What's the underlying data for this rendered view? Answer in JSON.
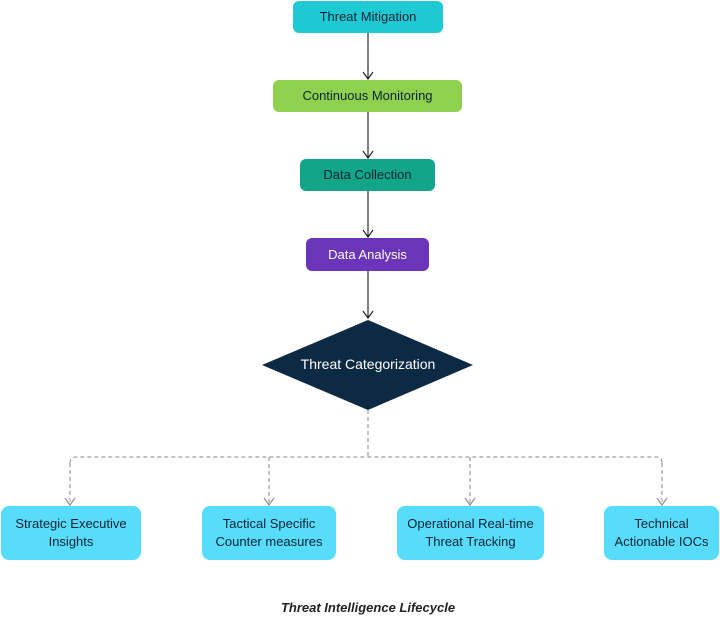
{
  "nodes": {
    "threat_mitigation": "Threat Mitigation",
    "continuous_monitoring": "Continuous Monitoring",
    "data_collection": "Data Collection",
    "data_analysis": "Data Analysis",
    "threat_categorization": "Threat Categorization"
  },
  "categories": [
    {
      "label": "Strategic Executive Insights"
    },
    {
      "label": "Tactical Specific Counter measures"
    },
    {
      "label": "Operational Real-time Threat Tracking"
    },
    {
      "label": "Technical Actionable IOCs"
    }
  ],
  "caption": "Threat Intelligence Lifecycle",
  "colors": {
    "mitigation": "#1ec9d3",
    "monitoring": "#8fd14f",
    "collection": "#12a589",
    "analysis": "#6a35b8",
    "decision": "#0d2a44",
    "category": "#57dcfb",
    "connector": "#1a1a1a",
    "dashed": "#8a8a8a"
  }
}
